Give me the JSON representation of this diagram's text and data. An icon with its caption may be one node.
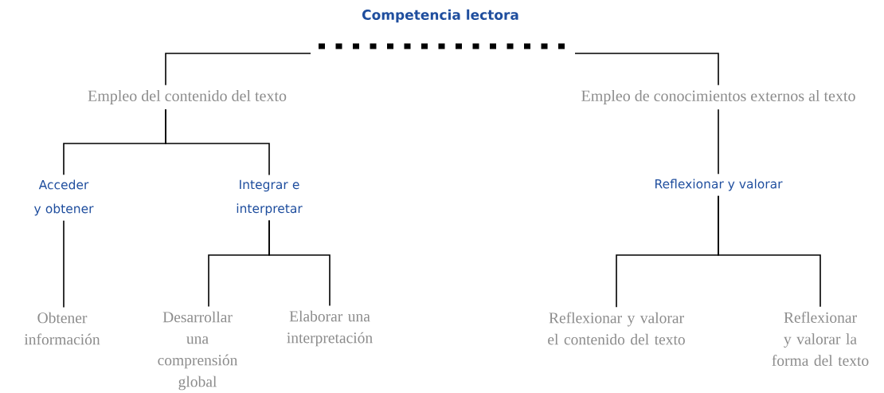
{
  "diagram": {
    "title": "Competencia lectora",
    "nodes": [
      {
        "text": [
          "Empleo del contenido del texto"
        ]
      },
      {
        "text": [
          "Empleo de conocimientos externos al texto"
        ]
      },
      {
        "text": [
          "Acceder y obtener"
        ]
      },
      {
        "text": [
          "Integrar e interpretar"
        ]
      },
      {
        "text": [
          "Reflexionar y valorar"
        ]
      },
      {
        "text": [
          "Obtener información"
        ]
      },
      {
        "text": [
          "Desarrollar una comprensión global"
        ]
      },
      {
        "text": [
          "Elaborar una interpretación"
        ]
      },
      {
        "text": [
          "Reflexionar y valorar el contenido del texto"
        ]
      },
      {
        "text": [
          "Reflexionar y valorar la forma del texto"
        ]
      }
    ],
    "edges": [
      {
        "from": null,
        "to": 0,
        "arrow": "none"
      },
      {
        "from": null,
        "to": 1,
        "arrow": "none"
      },
      {
        "from": 0,
        "to": 2,
        "arrow": "none"
      },
      {
        "from": 0,
        "to": 3,
        "arrow": "none"
      },
      {
        "from": 1,
        "to": 4,
        "arrow": "none"
      },
      {
        "from": 2,
        "to": 5,
        "arrow": "none"
      },
      {
        "from": 3,
        "to": 6,
        "arrow": "none"
      },
      {
        "from": 3,
        "to": 7,
        "arrow": "none"
      },
      {
        "from": 4,
        "to": 8,
        "arrow": "none"
      },
      {
        "from": 4,
        "to": 9,
        "arrow": "none"
      }
    ]
  }
}
